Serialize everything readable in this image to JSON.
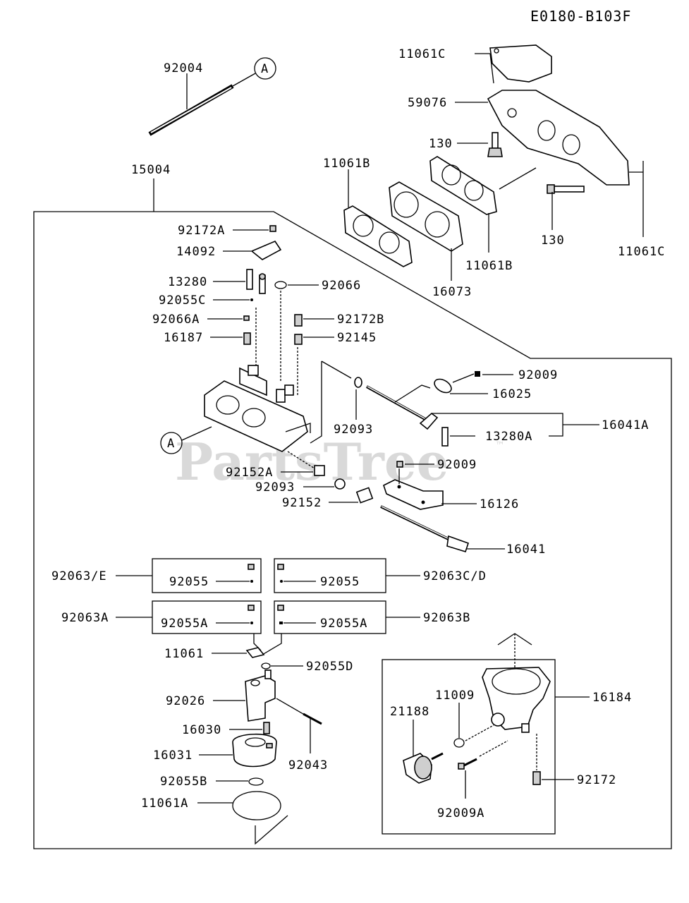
{
  "diagram_code": "E0180-B103F",
  "watermark": {
    "text": "PartsTree",
    "trademark": "™"
  },
  "callouts": {
    "ref_a": "A"
  },
  "labels": {
    "l92004": "92004",
    "l15004": "15004",
    "l11061C_top": "11061C",
    "l59076": "59076",
    "l130_a": "130",
    "l11061B_left": "11061B",
    "l130_b": "130",
    "l11061C_right": "11061C",
    "l11061B_bottom": "11061B",
    "l16073": "16073",
    "l92172A": "92172A",
    "l14092": "14092",
    "l13280": "13280",
    "l92055C": "92055C",
    "l92066": "92066",
    "l92066A": "92066A",
    "l92172B": "92172B",
    "l16187": "16187",
    "l92145": "92145",
    "l92009_a": "92009",
    "l16025": "16025",
    "l92093_a": "92093",
    "l16041A": "16041A",
    "l13280A": "13280A",
    "l92009_b": "92009",
    "l92152A": "92152A",
    "l92093_b": "92093",
    "l92152": "92152",
    "l16126": "16126",
    "l16041": "16041",
    "l92063E": "92063/E",
    "l92055_a": "92055",
    "l92055_b": "92055",
    "l92063CD": "92063C/D",
    "l92063A": "92063A",
    "l92055A_a": "92055A",
    "l92055A_b": "92055A",
    "l92063B": "92063B",
    "l11061": "11061",
    "l92055D": "92055D",
    "l92026": "92026",
    "l16030": "16030",
    "l16031": "16031",
    "l92043": "92043",
    "l92055B": "92055B",
    "l11061A": "11061A",
    "l11009": "11009",
    "l21188": "21188",
    "l16184": "16184",
    "l92172": "92172",
    "l92009A": "92009A"
  }
}
